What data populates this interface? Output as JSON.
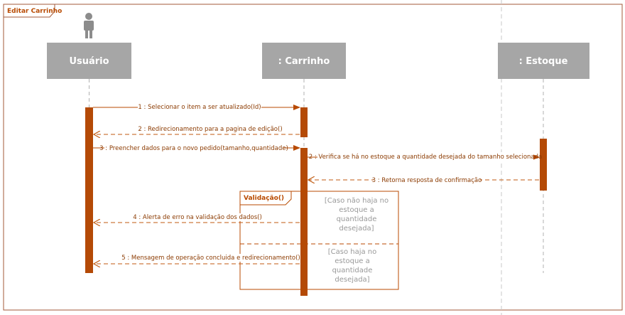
{
  "frame": {
    "title": "Editar Carrinho"
  },
  "lifelines": {
    "usuario": {
      "label": "Usuário",
      "has_actor": true
    },
    "carrinho": {
      "label": ": Carrinho"
    },
    "estoque": {
      "label": ": Estoque"
    }
  },
  "messages": {
    "m1": "1 : Selecionar o item a ser atualizado(Id)",
    "m2": "2 : Redirecionamento para a pagina de edição()",
    "m3": "3 : Preencher dados para o novo pedido(tamanho,quantidade)",
    "m4": "2 : Verifica se há no estoque a quantidade desejada do tamanho selecionada",
    "m5": "3 : Retorna resposta de confirmação",
    "m6": "4 : Alerta de erro na validação dos dados()",
    "m7": "5 : Mensagem de operação concluida e redirecionamento()"
  },
  "fragment": {
    "title": "Validação()",
    "guard1": [
      "[Caso não haja no",
      "estoque a",
      "quantidade",
      "desejada]"
    ],
    "guard2": [
      "[Caso haja no",
      "estoque a",
      "quantidade",
      "desejada]"
    ]
  },
  "colors": {
    "accent": "#b84a00",
    "activation": "#b44a06",
    "header": "#a6a6a6",
    "message": "#c05a10"
  }
}
